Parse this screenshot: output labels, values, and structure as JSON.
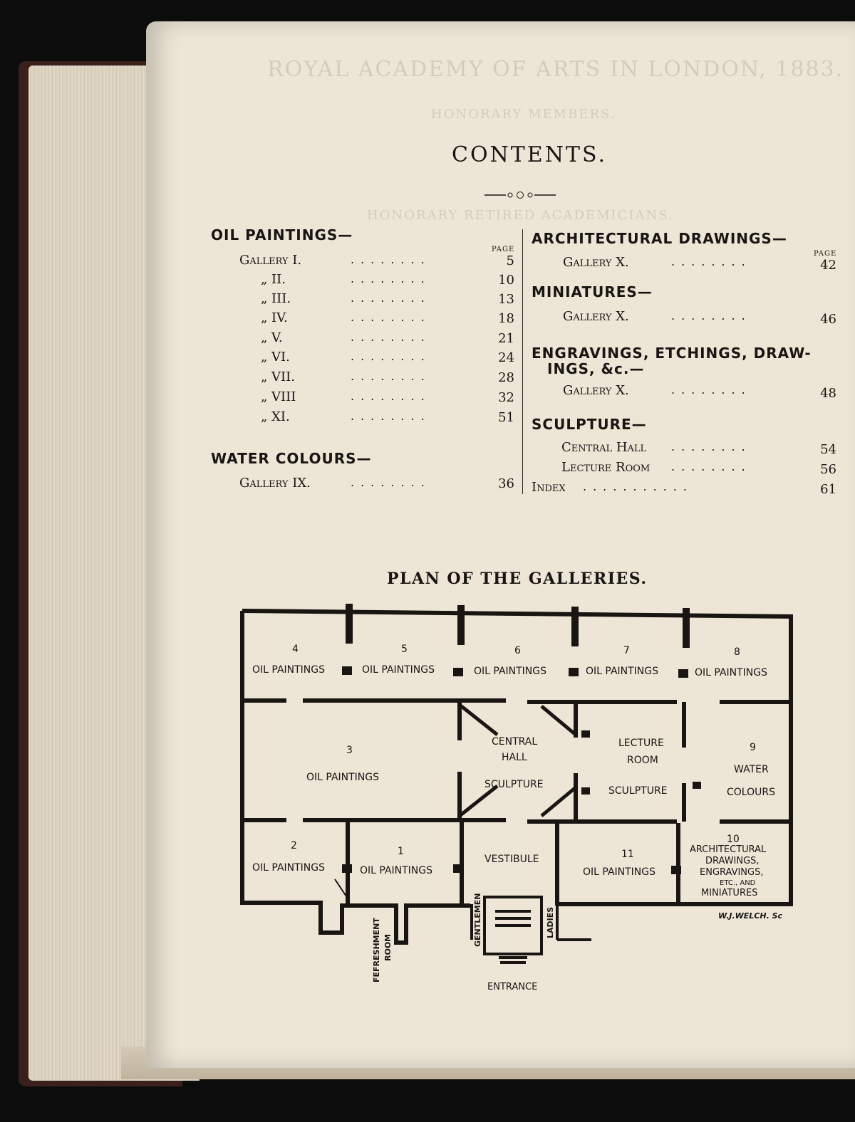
{
  "contents": {
    "title": "CONTENTS.",
    "page_header": "PAGE",
    "oil_paintings": {
      "heading": "OIL PAINTINGS—",
      "rows": [
        {
          "label": "Gallery I.",
          "page": "5"
        },
        {
          "label": "„ II.",
          "page": "10"
        },
        {
          "label": "„ III.",
          "page": "13"
        },
        {
          "label": "„ IV.",
          "page": "18"
        },
        {
          "label": "„ V.",
          "page": "21"
        },
        {
          "label": "„ VI.",
          "page": "24"
        },
        {
          "label": "„ VII.",
          "page": "28"
        },
        {
          "label": "„ VIII",
          "page": "32"
        },
        {
          "label": "„ XI.",
          "page": "51"
        }
      ]
    },
    "water_colours": {
      "heading": "WATER COLOURS—",
      "rows": [
        {
          "label": "Gallery IX.",
          "page": "36"
        }
      ]
    },
    "architectural": {
      "heading": "ARCHITECTURAL DRAWINGS—",
      "rows": [
        {
          "label": "Gallery X.",
          "page": "42"
        }
      ]
    },
    "miniatures": {
      "heading": "MINIATURES—",
      "rows": [
        {
          "label": "Gallery X.",
          "page": "46"
        }
      ]
    },
    "engravings": {
      "heading_line1": "ENGRAVINGS, ETCHINGS, DRAW-",
      "heading_line2": "INGS, &c.—",
      "rows": [
        {
          "label": "Gallery X.",
          "page": "48"
        }
      ]
    },
    "sculpture": {
      "heading": "SCULPTURE—",
      "rows": [
        {
          "label": "Central Hall",
          "page": "54"
        },
        {
          "label": "Lecture Room",
          "page": "56"
        }
      ]
    },
    "index": {
      "label": "Index",
      "page": "61"
    }
  },
  "bleed_through": {
    "running_head": "ROYAL ACADEMY OF ARTS IN LONDON, 1883.",
    "lines": [
      "HONORARY MEMBERS.",
      "HONORARY RETIRED ACADEMICIANS."
    ]
  },
  "plan": {
    "title": "PLAN OF THE GALLERIES.",
    "galleries": [
      {
        "num": "4",
        "label": "OIL PAINTINGS"
      },
      {
        "num": "5",
        "label": "OIL PAINTINGS"
      },
      {
        "num": "6",
        "label": "OIL PAINTINGS"
      },
      {
        "num": "7",
        "label": "OIL PAINTINGS"
      },
      {
        "num": "8",
        "label": "OIL PAINTINGS"
      },
      {
        "num": "3",
        "label": "OIL PAINTINGS"
      },
      {
        "num": "9",
        "label1": "WATER",
        "label2": "COLOURS"
      },
      {
        "num": "2",
        "label": "OIL PAINTINGS"
      },
      {
        "num": "1",
        "label": "OIL PAINTINGS"
      },
      {
        "num": "11",
        "label": "OIL PAINTINGS"
      },
      {
        "num": "10",
        "l1": "ARCHITECTURAL",
        "l2": "DRAWINGS,",
        "l3": "ENGRAVINGS,",
        "l4": "ETC., AND",
        "l5": "MINIATURES"
      }
    ],
    "central_hall": {
      "l1": "CENTRAL",
      "l2": "HALL",
      "l3": "SCULPTURE"
    },
    "lecture_room": {
      "l1": "LECTURE",
      "l2": "ROOM",
      "l3": "SCULPTURE"
    },
    "vestibule": "VESTIBULE",
    "refreshment": "FEFRESHMENT",
    "room": "ROOM",
    "gentlemen": "GENTLEMEN",
    "ladies": "LADIES",
    "entrance": "ENTRANCE",
    "signature": "W.J.WELCH. Sc"
  }
}
